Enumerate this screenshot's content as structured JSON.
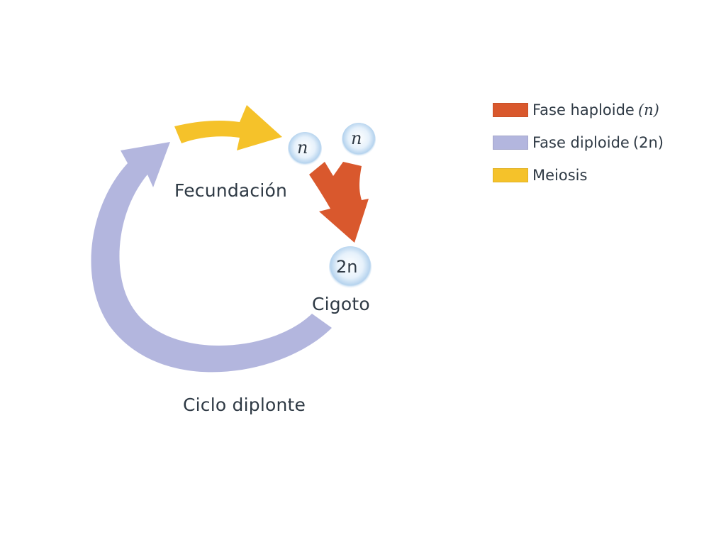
{
  "colors": {
    "haploid": "#d9582d",
    "diploid": "#b3b6de",
    "meiosis": "#f5c22a",
    "text": "#2f3a45"
  },
  "cells": {
    "gamete_1": "n",
    "gamete_2": "n",
    "zygote": "2n"
  },
  "labels": {
    "fecundacion": "Fecundación",
    "cigoto": "Cigoto",
    "cycle_name": "Ciclo diplonte"
  },
  "legend": [
    {
      "label": "Fase haploide",
      "symbol": "(n)",
      "color": "#d9582d"
    },
    {
      "label": "Fase diploide",
      "symbol": "(2n)",
      "color": "#b3b6de"
    },
    {
      "label": "Meiosis",
      "symbol": "",
      "color": "#f5c22a"
    }
  ]
}
